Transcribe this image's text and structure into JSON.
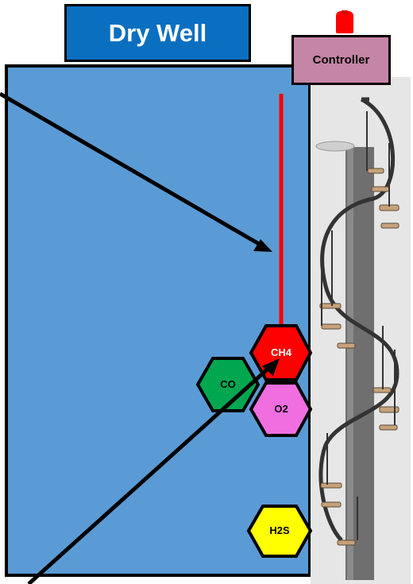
{
  "title": "Dry Well",
  "controller": {
    "label": "Controller"
  },
  "sensors": [
    {
      "id": "ch4",
      "label": "CH4",
      "color": "#ff0000",
      "text_color": "#ffffff"
    },
    {
      "id": "co",
      "label": "CO",
      "color": "#00a650",
      "text_color": "#000000"
    },
    {
      "id": "o2",
      "label": "O2",
      "color": "#f06ee0",
      "text_color": "#000000"
    },
    {
      "id": "h2s",
      "label": "H2S",
      "color": "#ffff00",
      "text_color": "#000000"
    }
  ],
  "colors": {
    "well_fill": "#5b9bd5",
    "title_fill": "#0b6fc0",
    "controller_fill": "#c585a6",
    "sample_line": "#ff0000",
    "beacon": "#ff0000"
  },
  "icons": [
    "spiral-staircase",
    "beacon-light",
    "arrow"
  ]
}
